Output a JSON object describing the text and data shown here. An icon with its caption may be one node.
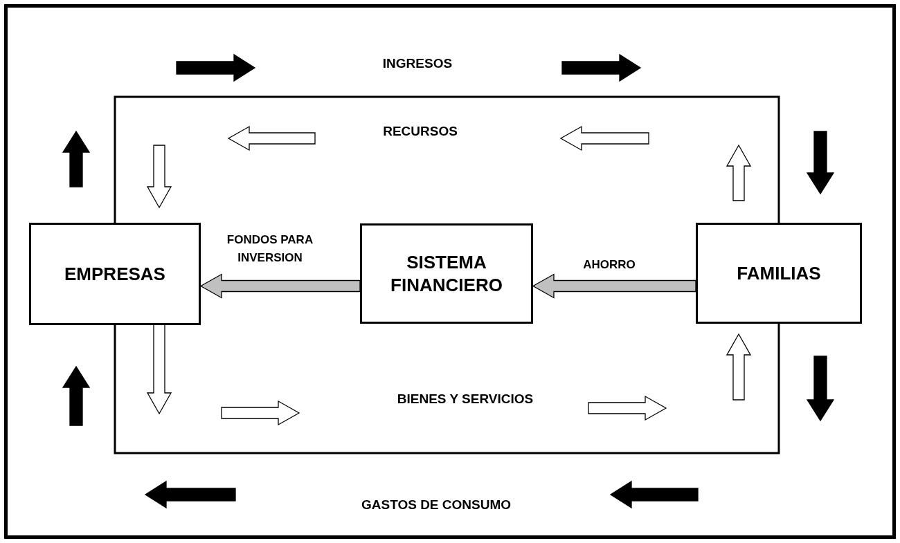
{
  "diagram": {
    "nodes": [
      {
        "text": [
          "EMPRESAS"
        ]
      },
      {
        "text": [
          "SISTEMA FINANCIERO"
        ]
      },
      {
        "text": [
          "FAMILIAS"
        ]
      }
    ],
    "edges": [
      {
        "from": 2,
        "to": 0,
        "arrow": "none"
      },
      {
        "from": 0,
        "to": 2,
        "arrow": "none"
      },
      {
        "from": 1,
        "to": 0,
        "arrow": "to",
        "label": "FONDOS PARA INVERSION",
        "color": "#c0c0c0"
      },
      {
        "from": 2,
        "to": 1,
        "arrow": "to",
        "label": "AHORRO",
        "color": "#c0c0c0"
      }
    ],
    "labels": [
      "INGRESOS",
      "RECURSOS",
      "BIENES Y SERVICIOS",
      "GASTOS DE CONSUMO"
    ]
  }
}
